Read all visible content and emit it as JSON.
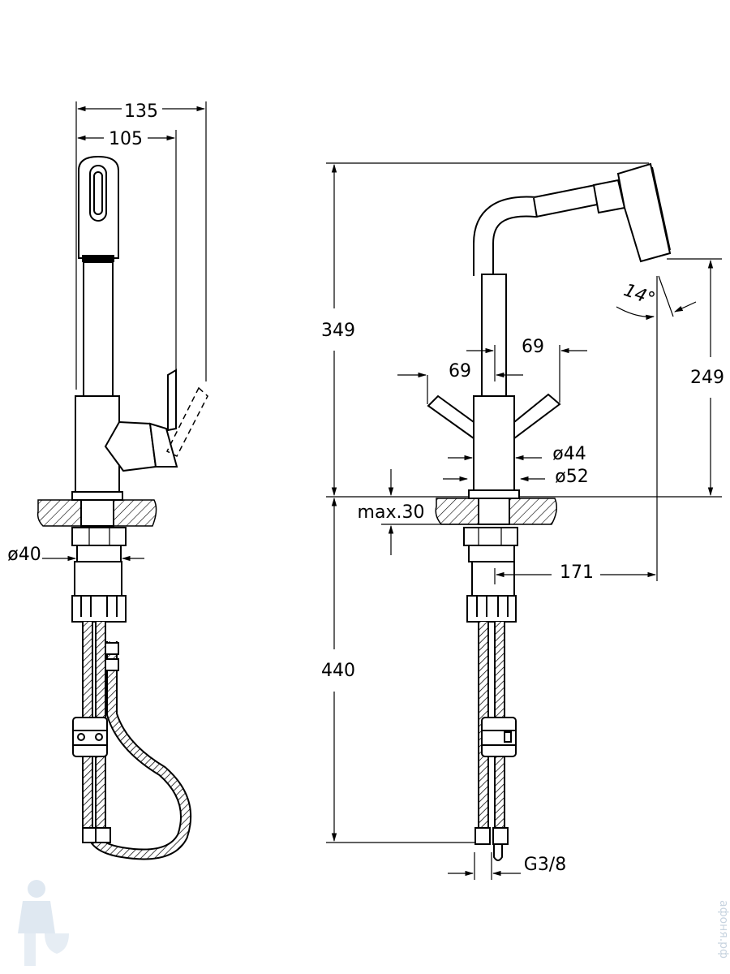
{
  "drawing": {
    "left_view": {
      "dim_width_total": "135",
      "dim_width_spout": "105",
      "dim_hole_diameter": "ø40"
    },
    "right_view": {
      "dim_height_above": "349",
      "dim_height_below": "440",
      "dim_spout_height": "249",
      "dim_reach": "171",
      "dim_lever_left": "69",
      "dim_lever_right": "69",
      "dim_body_d44": "ø44",
      "dim_body_d52": "ø52",
      "dim_max_thickness": "max.30",
      "dim_angle": "14°",
      "dim_connection": "G3/8"
    },
    "watermark": "афоня.рф"
  },
  "colors": {
    "line": "#000000",
    "background": "#ffffff",
    "watermark": "#c8d4e0"
  }
}
